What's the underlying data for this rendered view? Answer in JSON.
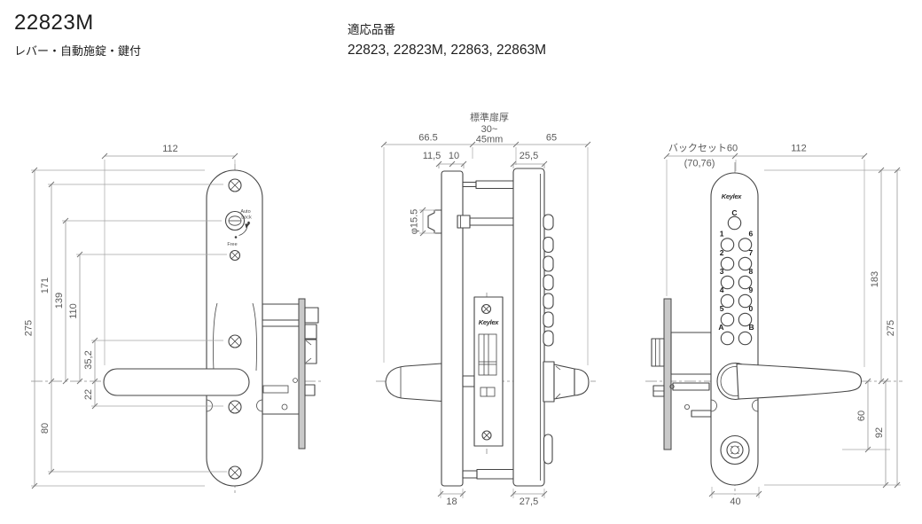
{
  "header": {
    "model": "22823M",
    "subtitle": "レバー・自動施錠・鍵付",
    "compat_label": "適応品番",
    "compat_values": "22823, 22823M, 22863, 22863M"
  },
  "front_view": {
    "dims": {
      "lever_length": "112",
      "total_height": "275",
      "center_to_top_screw": "171",
      "center_to_thumbturn": "139",
      "center_to_upper_screw": "110",
      "upper_offset": "35,2",
      "lower_offset": "22",
      "center_to_bottom_screw": "80"
    },
    "thumbturn": {
      "auto": "Auto",
      "lock": "Lock",
      "free": "Free"
    }
  },
  "side_view": {
    "dims": {
      "outside_depth": "66.5",
      "door_label": "標準扉厚",
      "door_range": "30~",
      "door_mm": "45mm",
      "inside_depth": "65",
      "thumbturn_protrusion": "11,5",
      "plate_offset": "10",
      "inside_plate_offset": "25,5",
      "lever_diameter": "φ15.5",
      "outside_plate_thickness": "18",
      "inside_plate_thickness": "27,5"
    },
    "logo": "Keylex"
  },
  "back_view": {
    "dims": {
      "backset": "バックセット60",
      "backset_alt": "(70,76)",
      "lever_length": "112",
      "top_to_center": "183",
      "total_height": "275",
      "center_to_cylinder": "60",
      "center_to_cylinder_bottom": "92",
      "plate_width": "40"
    },
    "logo": "Keylex",
    "keypad": {
      "clear": "C",
      "left": [
        "1",
        "2",
        "3",
        "4",
        "5",
        "A"
      ],
      "right": [
        "6",
        "7",
        "8",
        "9",
        "0",
        "B"
      ]
    }
  }
}
